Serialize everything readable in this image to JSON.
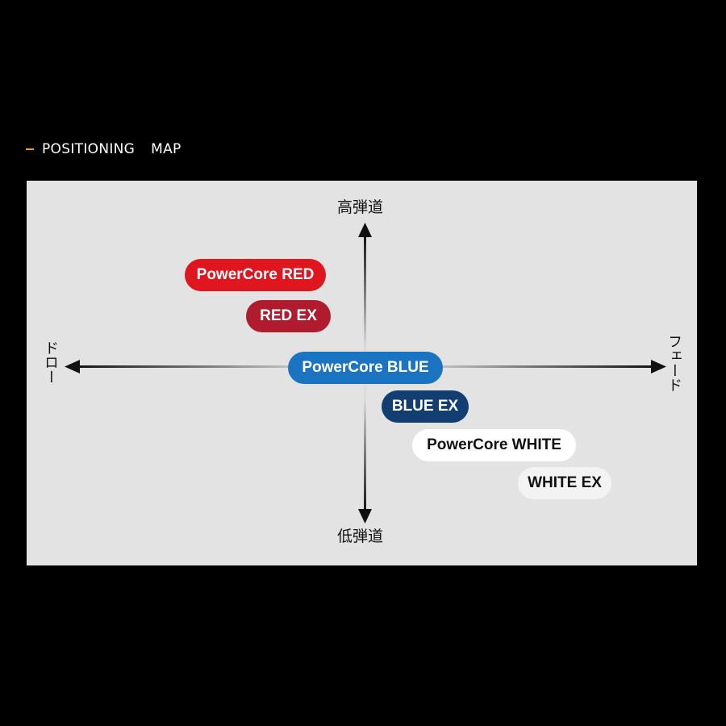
{
  "header": {
    "word1": "POSITIONING",
    "word2": "MAP",
    "accent_color": "#e8a317"
  },
  "map": {
    "axis": {
      "top": "高弾道",
      "bottom": "低弾道",
      "left": "ドロー",
      "right": "フェード"
    },
    "items": [
      {
        "label": "PowerCore RED",
        "color": "#e0161e"
      },
      {
        "label": "RED EX",
        "color": "#b01b2e"
      },
      {
        "label": "PowerCore BLUE",
        "color": "#1a74c2"
      },
      {
        "label": "BLUE EX",
        "color": "#123e72"
      },
      {
        "label": "PowerCore WHITE",
        "color": "#ffffff"
      },
      {
        "label": "WHITE EX",
        "color": "#f3f3f3"
      }
    ]
  }
}
